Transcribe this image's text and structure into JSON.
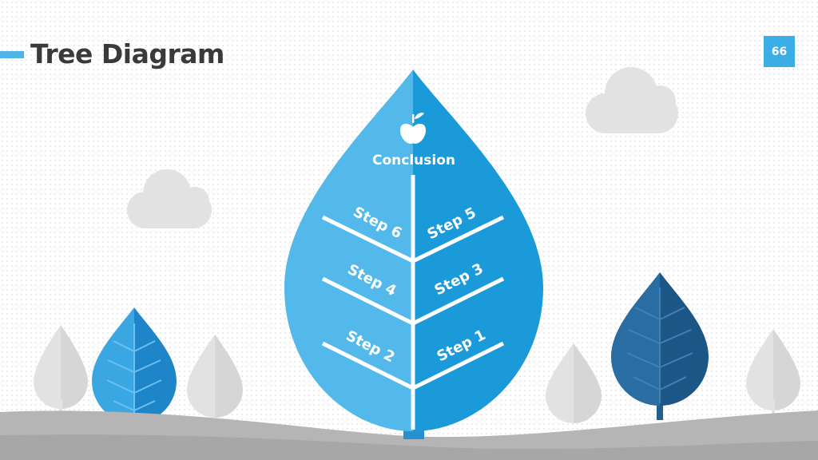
{
  "slide": {
    "title": "Tree Diagram",
    "page_number": "66"
  },
  "diagram": {
    "top_icon": "apple-icon",
    "conclusion_label": "Conclusion",
    "steps": [
      {
        "id": "step-6",
        "label": "Step 6"
      },
      {
        "id": "step-5",
        "label": "Step 5"
      },
      {
        "id": "step-4",
        "label": "Step 4"
      },
      {
        "id": "step-3",
        "label": "Step 3"
      },
      {
        "id": "step-2",
        "label": "Step 2"
      },
      {
        "id": "step-1",
        "label": "Step 1"
      }
    ]
  },
  "colors": {
    "accent": "#3aaee5",
    "leaf_light": "#52b9ea",
    "leaf_dark": "#1b9ad9",
    "dark_tree": "#1f5f91",
    "grey_tree": "#e2e2e2",
    "ground": "#b5b5b5"
  }
}
